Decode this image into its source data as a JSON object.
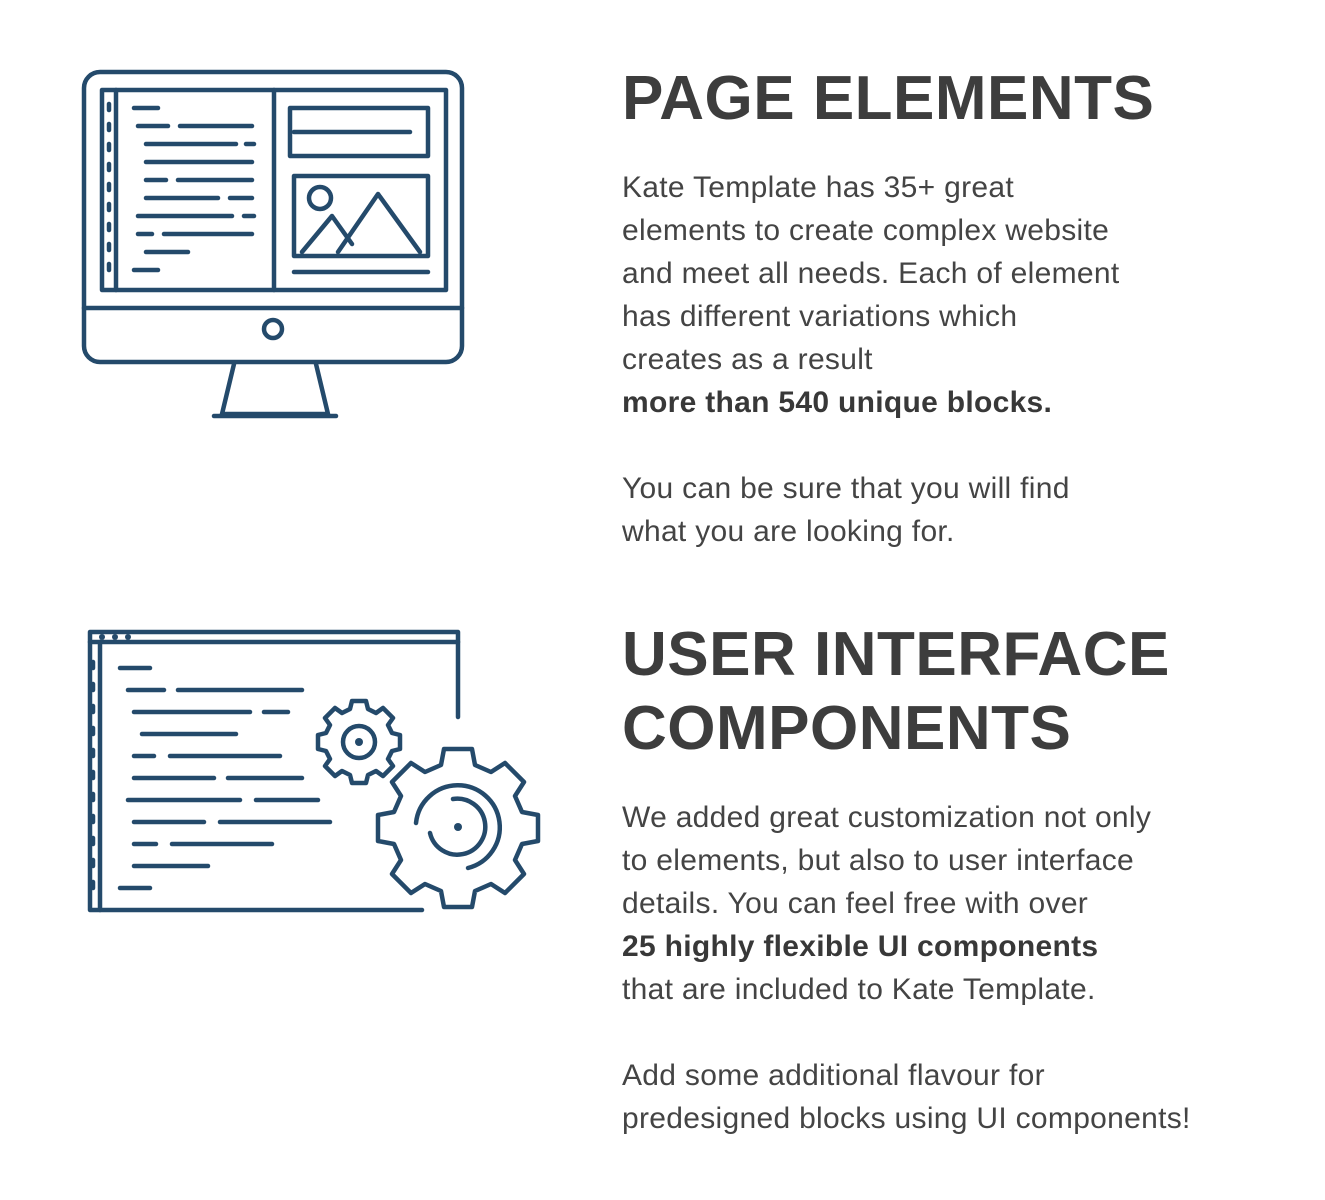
{
  "colors": {
    "icon_stroke": "#244a6b",
    "heading": "#3d3d3d",
    "body": "#444444"
  },
  "sections": [
    {
      "icon": "monitor-icon",
      "title": "PAGE ELEMENTS",
      "lines": [
        "Kate Template has 35+ great",
        "elements to create complex website",
        "and meet all needs. Each of element",
        "has different variations which",
        "creates as a result"
      ],
      "highlight": "more than 540 unique blocks.",
      "lines2": [
        "You can be sure that you will find",
        "what you are looking for."
      ]
    },
    {
      "icon": "browser-gears-icon",
      "title_lines": [
        "USER INTERFACE",
        "COMPONENTS"
      ],
      "lines": [
        "We added great customization not only",
        "to elements, but also to user interface",
        "details. You can feel free with over"
      ],
      "highlight": "25 highly flexible UI components",
      "after_highlight": "that are included to Kate Template.",
      "lines2": [
        "Add some additional flavour for",
        "predesigned blocks using UI components!"
      ]
    }
  ]
}
